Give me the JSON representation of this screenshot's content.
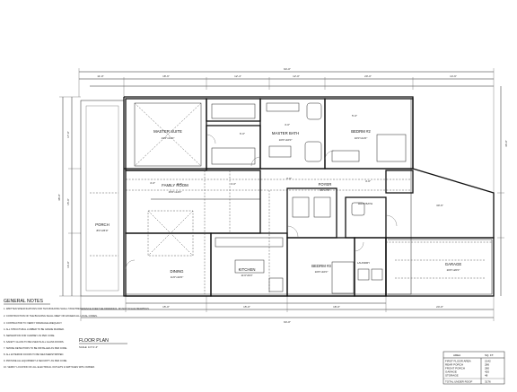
{
  "drawing": {
    "title": "FLOOR PLAN",
    "scale": "SCALE: 1/4\"=1'-0\""
  },
  "rooms": [
    {
      "id": "master-suite",
      "name": "MASTER SUITE",
      "size": "13'6\"x13'0\""
    },
    {
      "id": "master-bath",
      "name": "MASTER BATH",
      "size": "10'0\"x10'0\""
    },
    {
      "id": "bedroom-2",
      "name": "BEDRM #2",
      "size": "10'0\"x11'0\""
    },
    {
      "id": "family-room",
      "name": "FAMILY ROOM",
      "size": "15'0\"x14'0\""
    },
    {
      "id": "foyer",
      "name": "FOYER",
      "size": "6'0\"x7'0\""
    },
    {
      "id": "porch",
      "name": "PORCH",
      "size": "8'0\"x35'0\""
    },
    {
      "id": "dining",
      "name": "DINING",
      "size": "11'0\"x10'0\""
    },
    {
      "id": "kitchen",
      "name": "KITCHEN",
      "size": "11'0\"x9'0\""
    },
    {
      "id": "bedroom-3",
      "name": "BEDRM #3",
      "size": "10'0\"x10'0\""
    },
    {
      "id": "laundry",
      "name": "LAUNDRY",
      "size": ""
    },
    {
      "id": "half-bath",
      "name": "HALF BATH",
      "size": ""
    },
    {
      "id": "garage",
      "name": "GARAGE",
      "size": "20'0\"x20'0\""
    }
  ],
  "dimensions": {
    "overall_top": "64'-0\"",
    "overall_bottom": "64'-0\"",
    "overall_left": "48'-0\"",
    "overall_right": "46'-0\""
  },
  "general_notes": {
    "title": "GENERAL NOTES",
    "items": [
      "1. WRITTEN SPECIFICATIONS FOR THIS BUILDING SHALL TAKE PRECEDENCE OVER THE DRAWINGS. DO NOT SCALE DRAWINGS.",
      "2. CONSTRUCTION OF THE BUILDING SHALL MEET OR EXCEED ALL LOCAL CODES.",
      "3. CONTRACTOR TO VERIFY DRAINAGE ADEQUACY.",
      "4. ALL STRUCTURAL LUMBER TO BE GRADE MARKED.",
      "5. SEPARATION FOR CHIMNEY AS PER CODE.",
      "6. SAFETY GLASS TO BE USED IN ALL GLASS DOORS.",
      "7. SMOKE DETECTORS TO BE INSTALLED AS PER CODE.",
      "8. ALL EXTERIOR DOORS TO BE WEATHERSTRIPPED.",
      "9. PROVIDE ALL EQUIPMENT & SECURITY AS PER CODE.",
      "10. VERIFY LOCATION OF ALL ELECTRICAL OUTLETS & SWITCHES WITH OWNER."
    ]
  },
  "area_table": {
    "title": "AREA",
    "unit_header": "SQ. FT.",
    "rows": [
      {
        "label": "FIRST FLOOR AREA",
        "value": "2142"
      },
      {
        "label": "REAR PORCH",
        "value": "286"
      },
      {
        "label": "FRONT PORCH",
        "value": "280"
      },
      {
        "label": "GARAGE",
        "value": "420"
      },
      {
        "label": "STORAGE",
        "value": "48"
      },
      {
        "label": "TOTAL UNDER ROOF",
        "value": "3176"
      }
    ]
  }
}
